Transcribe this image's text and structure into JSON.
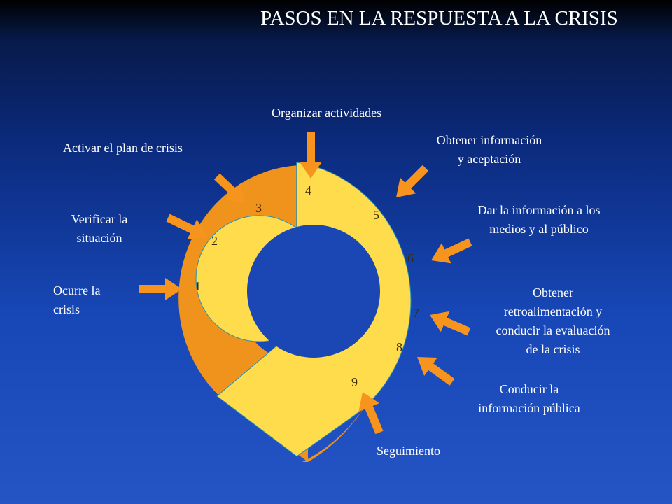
{
  "title": "PASOS EN LA RESPUESTA A LA CRISIS",
  "colors": {
    "ring": "#fedc4c",
    "ring_shadow": "#f0931c",
    "arrow": "#f7941d",
    "background": "#1a47b0",
    "text": "#ffffff"
  },
  "steps": [
    {
      "number": "1",
      "label": "Ocurre la\ncrisis"
    },
    {
      "number": "2",
      "label": "Verificar la\nsituación"
    },
    {
      "number": "3",
      "label": "Activar el plan de crisis"
    },
    {
      "number": "4",
      "label": "Organizar actividades"
    },
    {
      "number": "5",
      "label": "Obtener información\ny aceptación"
    },
    {
      "number": "6",
      "label": "Dar la información a los\nmedios y al público"
    },
    {
      "number": "7",
      "label": "Obtener\nretroalimentación y\nconducir la evaluación\nde la crisis"
    },
    {
      "number": "8",
      "label": "Conducir la\ninformación pública"
    },
    {
      "number": "9",
      "label": "Seguimiento"
    }
  ]
}
